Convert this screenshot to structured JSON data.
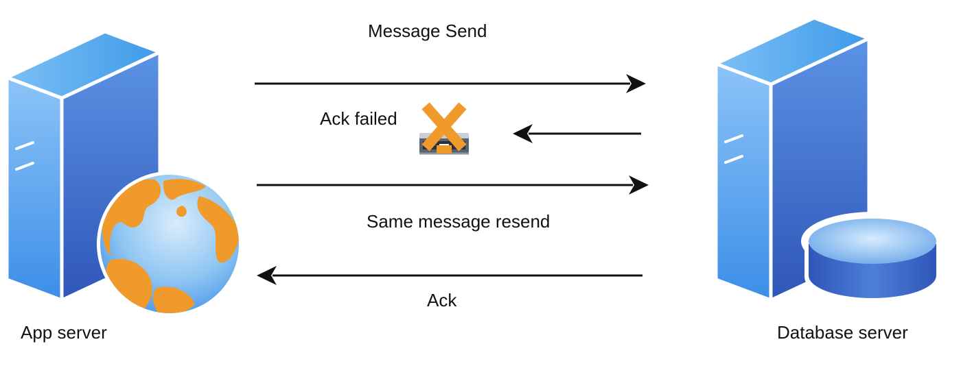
{
  "nodes": {
    "app_server": {
      "label": "App server",
      "icon": "app-server-globe-icon"
    },
    "db_server": {
      "label": "Database server",
      "icon": "database-server-icon"
    }
  },
  "messages": [
    {
      "label": "Message Send",
      "direction": "app-to-db"
    },
    {
      "label": "Ack failed",
      "direction": "db-to-app",
      "status": "failed",
      "icon": "failed-x-icon"
    },
    {
      "label": "Same message resend",
      "direction": "app-to-db"
    },
    {
      "label": "Ack",
      "direction": "db-to-app"
    }
  ],
  "colors": {
    "server_blue_light": "#6fb1f0",
    "server_blue_dark": "#2f5fbf",
    "globe_orange": "#ef9a2a",
    "arrow": "#111111"
  }
}
